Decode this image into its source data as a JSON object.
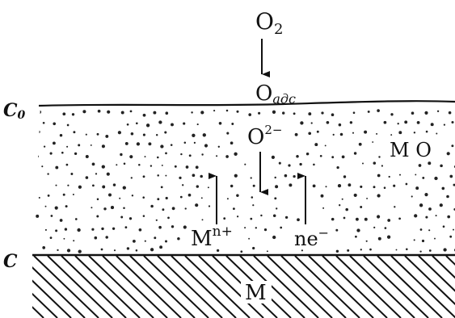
{
  "labels": {
    "o2_main": "O",
    "o2_sub": "2",
    "oads_main": "O",
    "oads_sub": "адс",
    "c0_main": "C",
    "c0_sub": "0",
    "c_label": "C",
    "o2minus_main": "O",
    "o2minus_sup": "2−",
    "mo": "M O",
    "mn_main": "M",
    "mn_sup": "n+",
    "ne_main": "ne",
    "ne_sup": "−",
    "m_metal": "M"
  }
}
